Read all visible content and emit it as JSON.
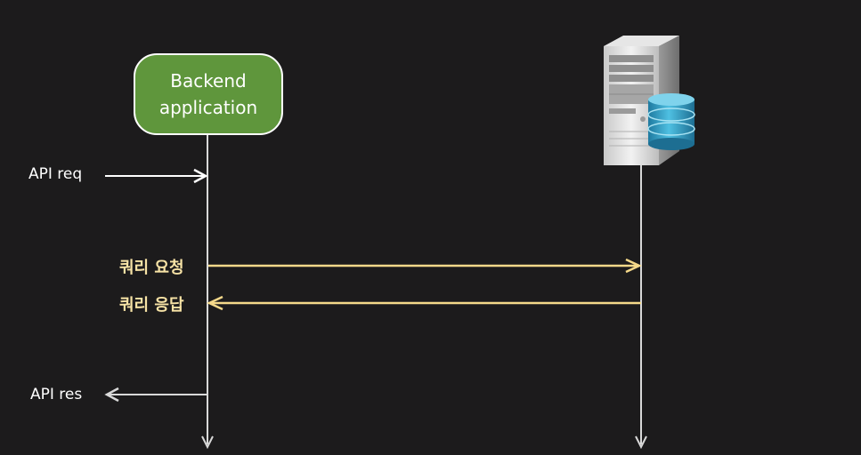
{
  "participants": {
    "backend": {
      "label": "Backend\napplication",
      "fill": "#5f963c"
    },
    "database_server": {
      "icon": "server-database-icon"
    }
  },
  "messages": {
    "api_request": "API req",
    "query_request": "쿼리 요청",
    "query_response": "쿼리 응답",
    "api_response": "API res"
  },
  "colors": {
    "background": "#1c1b1c",
    "lifeline": "#d9d9d9",
    "api_arrow": "#ffffff",
    "query_arrow": "#f5d98a",
    "query_text": "#f7e3a6",
    "db_cylinder": "#2f93b8"
  }
}
